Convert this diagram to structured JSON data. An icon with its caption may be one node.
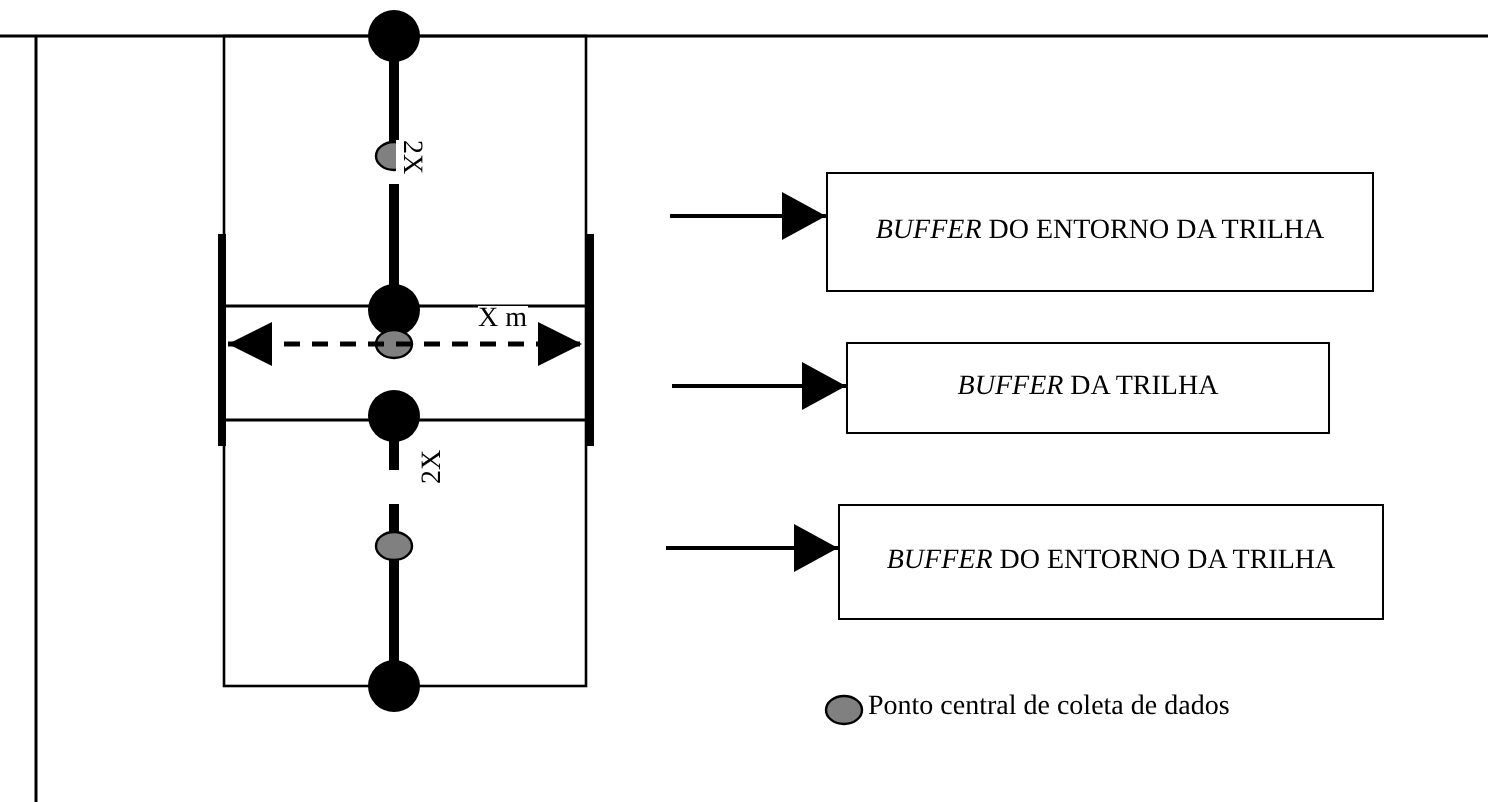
{
  "diagram": {
    "nodes": [
      {
        "text": [
          "*BUFFER* DO ENTORNO DA TRILHA"
        ]
      },
      {
        "text": [
          "*BUFFER* DA TRILHA"
        ]
      },
      {
        "text": [
          "*BUFFER* DO ENTORNO DA TRILHA"
        ]
      }
    ],
    "edges": [
      {
        "from": null,
        "to": 0,
        "arrow": "to"
      },
      {
        "from": null,
        "to": 1,
        "arrow": "to"
      },
      {
        "from": null,
        "to": 2,
        "arrow": "to"
      }
    ],
    "labels": [
      "2X",
      "X m",
      "2X"
    ],
    "legend": [
      {
        "text": "Ponto central de coleta de dados",
        "color": "#808080"
      }
    ]
  }
}
